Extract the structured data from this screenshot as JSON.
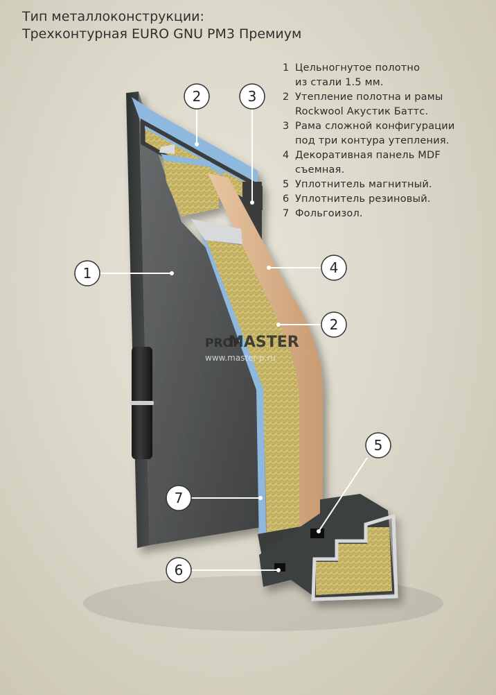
{
  "title": {
    "line1": "Тип металлоконструкции:",
    "line2": "Трехконтурная EURO GNU PM3 Премиум"
  },
  "legend": [
    {
      "num": "1",
      "lines": [
        "Цельногнутое полотно",
        "из стали 1.5 мм."
      ]
    },
    {
      "num": "2",
      "lines": [
        "Утепление полотна и рамы",
        "Rockwool Акустик Баттс."
      ]
    },
    {
      "num": "3",
      "lines": [
        "Рама сложной конфигурации",
        "под три контура утепления."
      ]
    },
    {
      "num": "4",
      "lines": [
        "Декоративная панель MDF",
        "съемная."
      ]
    },
    {
      "num": "5",
      "lines": [
        "Уплотнитель магнитный."
      ]
    },
    {
      "num": "6",
      "lines": [
        "Уплотнитель резиновый."
      ]
    },
    {
      "num": "7",
      "lines": [
        "Фольгоизол."
      ]
    }
  ],
  "callouts": {
    "c2_top": "2",
    "c3_top": "3",
    "c1": "1",
    "c4": "4",
    "c2_mid": "2",
    "c5": "5",
    "c7": "7",
    "c6": "6"
  },
  "watermark": {
    "prefix": "PROF",
    "brand": "MASTER",
    "url": "www.master-p.ru"
  },
  "colors": {
    "background": "#dcd8ca",
    "steel": "#545657",
    "insulation": "#c9b86a",
    "mdf": "#dcb48e",
    "foil": "#8fb8de",
    "callout_line": "#ffffff"
  }
}
